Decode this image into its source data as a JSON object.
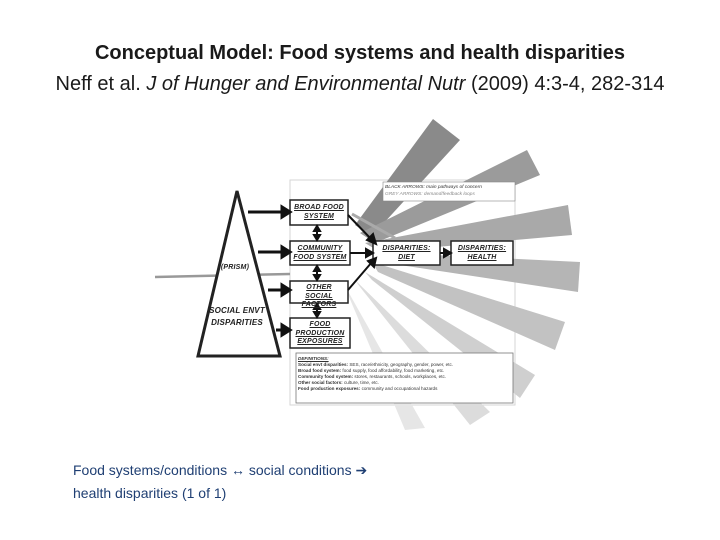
{
  "title": {
    "line1": "Conceptual Model: Food systems and health disparities",
    "authors": "Neff et al.",
    "journal": "J of Hunger and Environmental Nutr",
    "citation_tail": "(2009) 4:3-4, 282-314"
  },
  "diagram": {
    "legend": {
      "black_arrows": "BLACK ARROWS: main pathways of concern",
      "grey_arrows": "GREY ARROWS: demand/feedback loops"
    },
    "prism_label": "(PRISM)",
    "social_envt_label": "SOCIAL ENVT DISPARITIES",
    "boxes": {
      "broad_food_system": "BROAD FOOD SYSTEM",
      "community_food_system": "COMMUNITY FOOD SYSTEM",
      "other_social_factors": "OTHER SOCIAL FACTORS",
      "food_production_exposures": "FOOD PRODUCTION EXPOSURES",
      "disparities_diet": "DISPARITIES: DIET",
      "disparities_health": "DISPARITIES: HEALTH"
    },
    "definitions": {
      "heading": "DEFINITIONS:",
      "items": [
        {
          "term": "Social envt disparities:",
          "text": "SES, race/ethnicity, geography, gender, power, etc."
        },
        {
          "term": "Broad food system:",
          "text": "food supply, food affordability, food marketing, etc."
        },
        {
          "term": "Community food system:",
          "text": "stores, restaurants, schools, workplaces, etc."
        },
        {
          "term": "Other social factors:",
          "text": "culture, time, etc."
        },
        {
          "term": "Food production exposures:",
          "text": "community and occupational hazards"
        }
      ]
    }
  },
  "caption": {
    "part1": "Food systems/conditions",
    "arrow_both": "↔",
    "part2": "social conditions",
    "arrow_right": "➔",
    "part3": "health disparities (1 of 1)"
  }
}
